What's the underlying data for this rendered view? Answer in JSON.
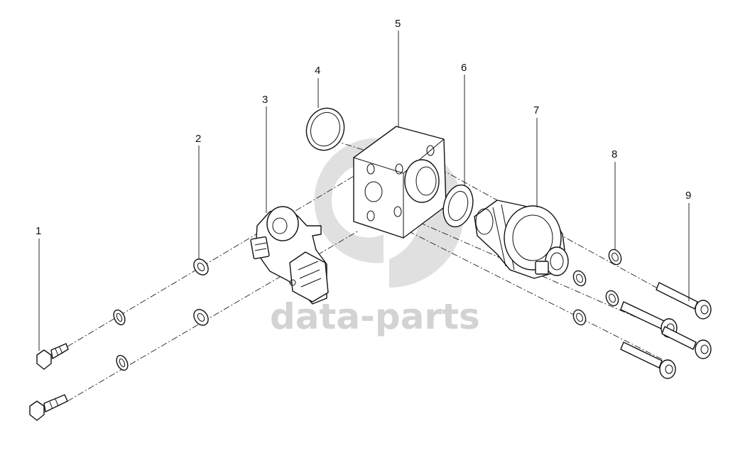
{
  "watermark": {
    "text": "data-parts",
    "color": "#d3d3d3"
  },
  "callouts": [
    {
      "label": "1"
    },
    {
      "label": "2"
    },
    {
      "label": "3"
    },
    {
      "label": "4"
    },
    {
      "label": "5"
    },
    {
      "label": "6"
    },
    {
      "label": "7"
    },
    {
      "label": "8"
    },
    {
      "label": "9"
    }
  ]
}
